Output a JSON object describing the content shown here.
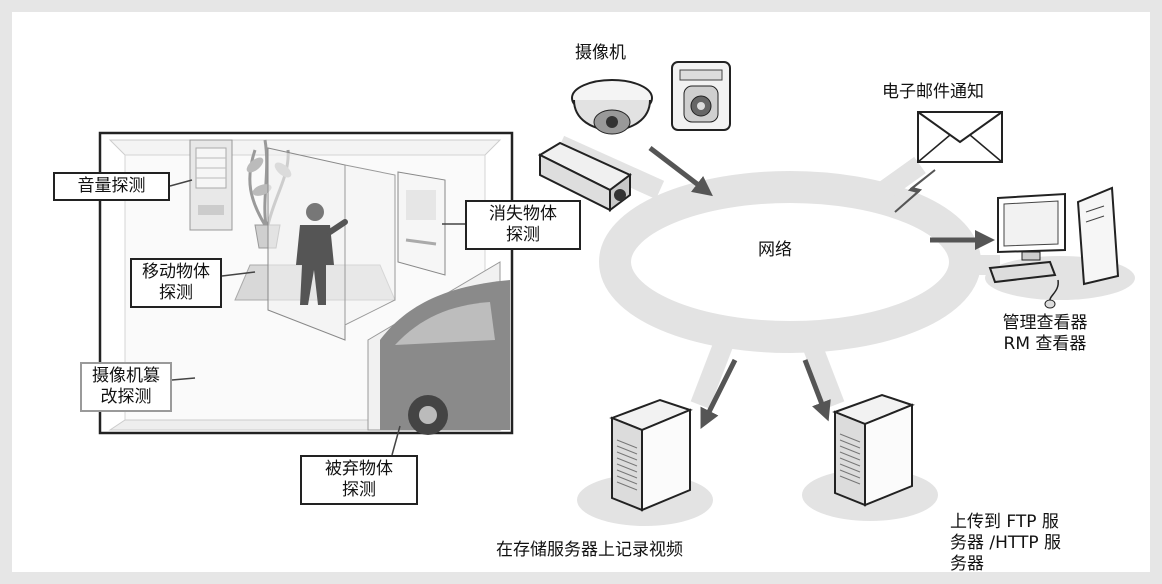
{
  "network": {
    "label": "网络"
  },
  "cameras": {
    "label": "摄像机"
  },
  "email": {
    "label": "电子邮件通知"
  },
  "viewer": {
    "line1": "管理查看器",
    "line2": "RM 查看器"
  },
  "storage": {
    "label": "在存储服务器上记录视频"
  },
  "ftp": {
    "line1": "上传到 FTP 服",
    "line2": "务器 /HTTP 服",
    "line3": "务器"
  },
  "detections": {
    "volume": {
      "line1": "音量探测"
    },
    "missing": {
      "line1": "消失物体",
      "line2": "探测"
    },
    "moving": {
      "line1": "移动物体",
      "line2": "探测"
    },
    "tamper": {
      "line1": "摄像机篡",
      "line2": "改探测"
    },
    "abandoned": {
      "line1": "被弃物体",
      "line2": "探测"
    }
  },
  "colors": {
    "frame": "#e6e6e6",
    "ring": "#e3e3e3",
    "arrow": "#555555",
    "stroke": "#222222"
  }
}
